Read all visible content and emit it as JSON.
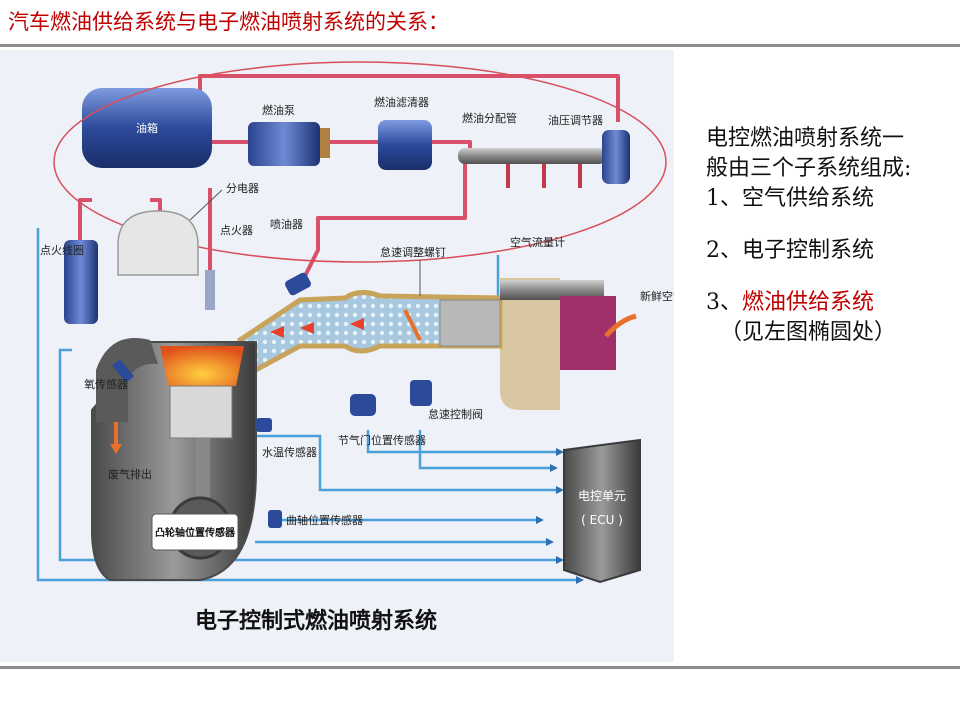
{
  "slide": {
    "title": "汽车燃油供给系统与电子燃油喷射系统的关系："
  },
  "diagram": {
    "caption": "电子控制式燃油喷射系统",
    "labels": {
      "fuel_tank": "油箱",
      "fuel_pump": "燃油泵",
      "fuel_filter": "燃油滤清器",
      "fuel_rail": "燃油分配管",
      "pressure_regulator": "油压调节器",
      "distributor": "分电器",
      "spark_plug": "点火器",
      "injector": "喷油器",
      "idle_screw": "怠速调整螺钉",
      "air_flow_meter": "空气流量计",
      "fresh_air": "新鲜空气",
      "ignition_coil": "点火线圈",
      "o2_sensor": "氧传感器",
      "exhaust": "废气排出",
      "coolant_sensor": "水温传感器",
      "throttle_sensor": "节气门位置传感器",
      "idle_valve": "怠速控制阀",
      "crank_sensor": "曲轴位置传感器",
      "cam_sensor": "凸轮轴位置传感器",
      "ecu_line1": "电控单元",
      "ecu_line2": "( ECU )"
    },
    "colors": {
      "fuel_line": "#d8506a",
      "signal_line": "#4aa0d8",
      "ellipse": "#d8505a",
      "component_blue": "#2c4a9a",
      "engine_gray": "#6a6a6a",
      "combustion": "#ff6a1a"
    }
  },
  "side_text": {
    "line1": "电控燃油喷射系统一",
    "line2": "般由三个子系统组成:",
    "item1": "1、空气供给系统",
    "item2": "2、电子控制系统",
    "item3_num": "3、",
    "item3_text": "燃油供给系统",
    "note": "（见左图椭圆处）"
  }
}
